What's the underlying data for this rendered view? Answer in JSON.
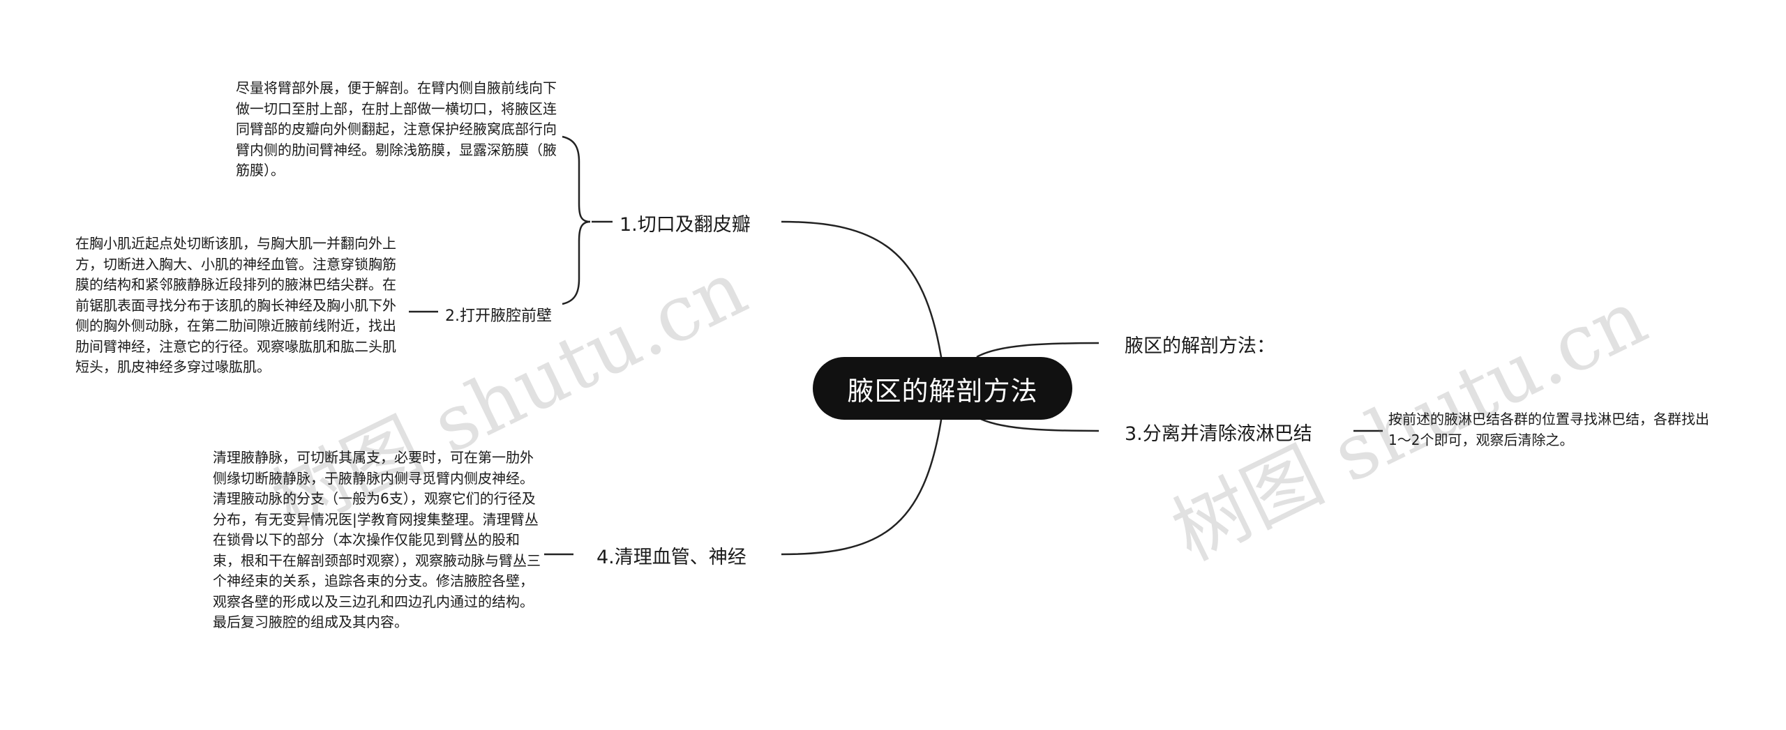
{
  "mindmap": {
    "root": "腋区的解剖方法",
    "branches": {
      "b1": {
        "label": "1.切口及翻皮瓣",
        "leaf": "尽量将臂部外展，便于解剖。在臂内侧自腋前线向下做一切口至肘上部，在肘上部做一横切口，将腋区连同臂部的皮瓣向外侧翻起，注意保护经腋窝底部行向臂内侧的肋间臂神经。剔除浅筋膜，显露深筋膜（腋筋膜）。"
      },
      "b2": {
        "label": "2.打开腋腔前壁",
        "leaf": "在胸小肌近起点处切断该肌，与胸大肌一并翻向外上方，切断进入胸大、小肌的神经血管。注意穿锁胸筋膜的结构和紧邻腋静脉近段排列的腋淋巴结尖群。在前锯肌表面寻找分布于该肌的胸长神经及胸小肌下外侧的胸外侧动脉，在第二肋间隙近腋前线附近，找出肋间臂神经，注意它的行径。观察喙肱肌和肱二头肌短头，肌皮神经多穿过喙肱肌。"
      },
      "b3": {
        "label": "腋区的解剖方法："
      },
      "b4": {
        "label": "3.分离并清除液淋巴结",
        "leaf": "按前述的腋淋巴结各群的位置寻找淋巴结，各群找出1～2个即可，观察后清除之。"
      },
      "b5": {
        "label": "4.清理血管、神经",
        "leaf": "清理腋静脉，可切断其属支，必要时，可在第一肋外侧缘切断腋静脉，于腋静脉内侧寻觅臂内侧皮神经。清理腋动脉的分支（一般为6支），观察它们的行径及分布，有无变异情况医|学教育网搜集整理。清理臂丛在锁骨以下的部分（本次操作仅能见到臂丛的股和束，根和干在解剖颈部时观察），观察腋动脉与臂丛三个神经束的关系，追踪各束的分支。修洁腋腔各壁，观察各壁的形成以及三边孔和四边孔内通过的结构。最后复习腋腔的组成及其内容。"
      }
    }
  },
  "watermarks": [
    "树图 shutu.cn",
    "树图 shutu.cn"
  ],
  "colors": {
    "root_bg": "#111111",
    "root_text": "#ffffff",
    "line": "#222222",
    "watermark": "#bdbdbd"
  }
}
